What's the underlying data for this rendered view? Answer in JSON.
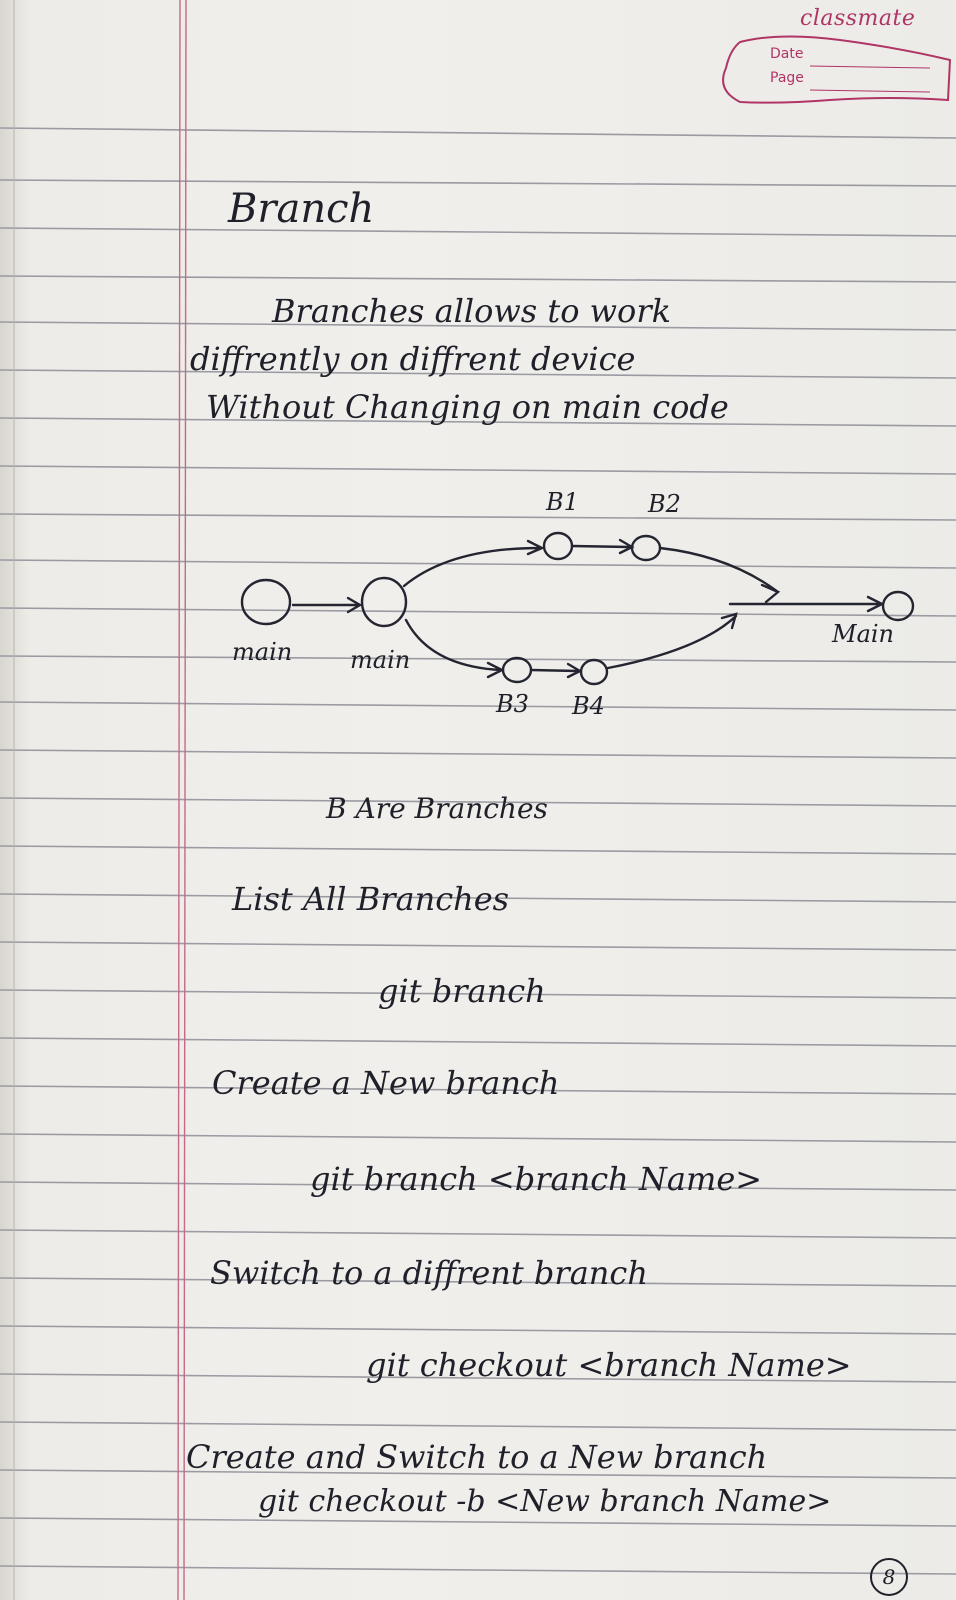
{
  "header": {
    "brand": "classmate",
    "date_label": "Date",
    "page_label": "Page"
  },
  "title": "Branch",
  "intro": [
    "Branches allows to work",
    "diffrently on diffrent device",
    "Without Changing on main code"
  ],
  "diagram": {
    "branch_labels": [
      "B1",
      "B2",
      "B3",
      "B4"
    ],
    "main_labels": [
      "main",
      "main",
      "Main"
    ]
  },
  "note": "B Are Branches",
  "sections": [
    {
      "heading": "List All Branches",
      "command": "git branch"
    },
    {
      "heading": "Create a New branch",
      "command": "git branch <branch Name>"
    },
    {
      "heading": "Switch to a diffrent branch",
      "command": "git checkout <branch Name>"
    },
    {
      "heading": "Create and Switch to a New branch",
      "command": "git checkout -b <New branch Name>"
    }
  ],
  "page_number": "8"
}
